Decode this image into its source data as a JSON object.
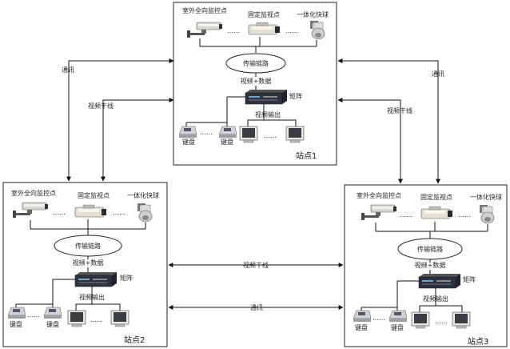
{
  "stations": [
    {
      "name": "站点1",
      "cam_outdoor": "室外全向监控点",
      "cam_fixed": "固定监视点",
      "cam_dome": "一体化快球",
      "dots": "……",
      "transmission": "传输链路",
      "video_data": "视频+数据",
      "matrix": "矩阵",
      "video_output": "视频输出",
      "keyboard_left": "键盘",
      "keyboard_right": "键盘"
    },
    {
      "name": "站点2",
      "cam_outdoor": "室外全向监控点",
      "cam_fixed": "固定监视点",
      "cam_dome": "一体化快球",
      "dots": "……",
      "transmission": "传输链路",
      "video_data": "视频+数据",
      "matrix": "矩阵",
      "video_output": "视频输出",
      "keyboard_left": "键盘",
      "keyboard_right": "键盘"
    },
    {
      "name": "站点3",
      "cam_outdoor": "室外全向监控点",
      "cam_fixed": "固定监视点",
      "cam_dome": "一体化快球",
      "dots": "……",
      "transmission": "传输链路",
      "video_data": "视频+数据",
      "matrix": "矩阵",
      "video_output": "视频输出",
      "keyboard_left": "键盘",
      "keyboard_right": "键盘"
    }
  ],
  "links": {
    "comm_left": "通讯",
    "video_trunk_left": "视频干线",
    "comm_right": "通讯",
    "video_trunk_right": "视频干线",
    "video_trunk_bottom": "视频干线",
    "comm_bottom": "通讯"
  }
}
